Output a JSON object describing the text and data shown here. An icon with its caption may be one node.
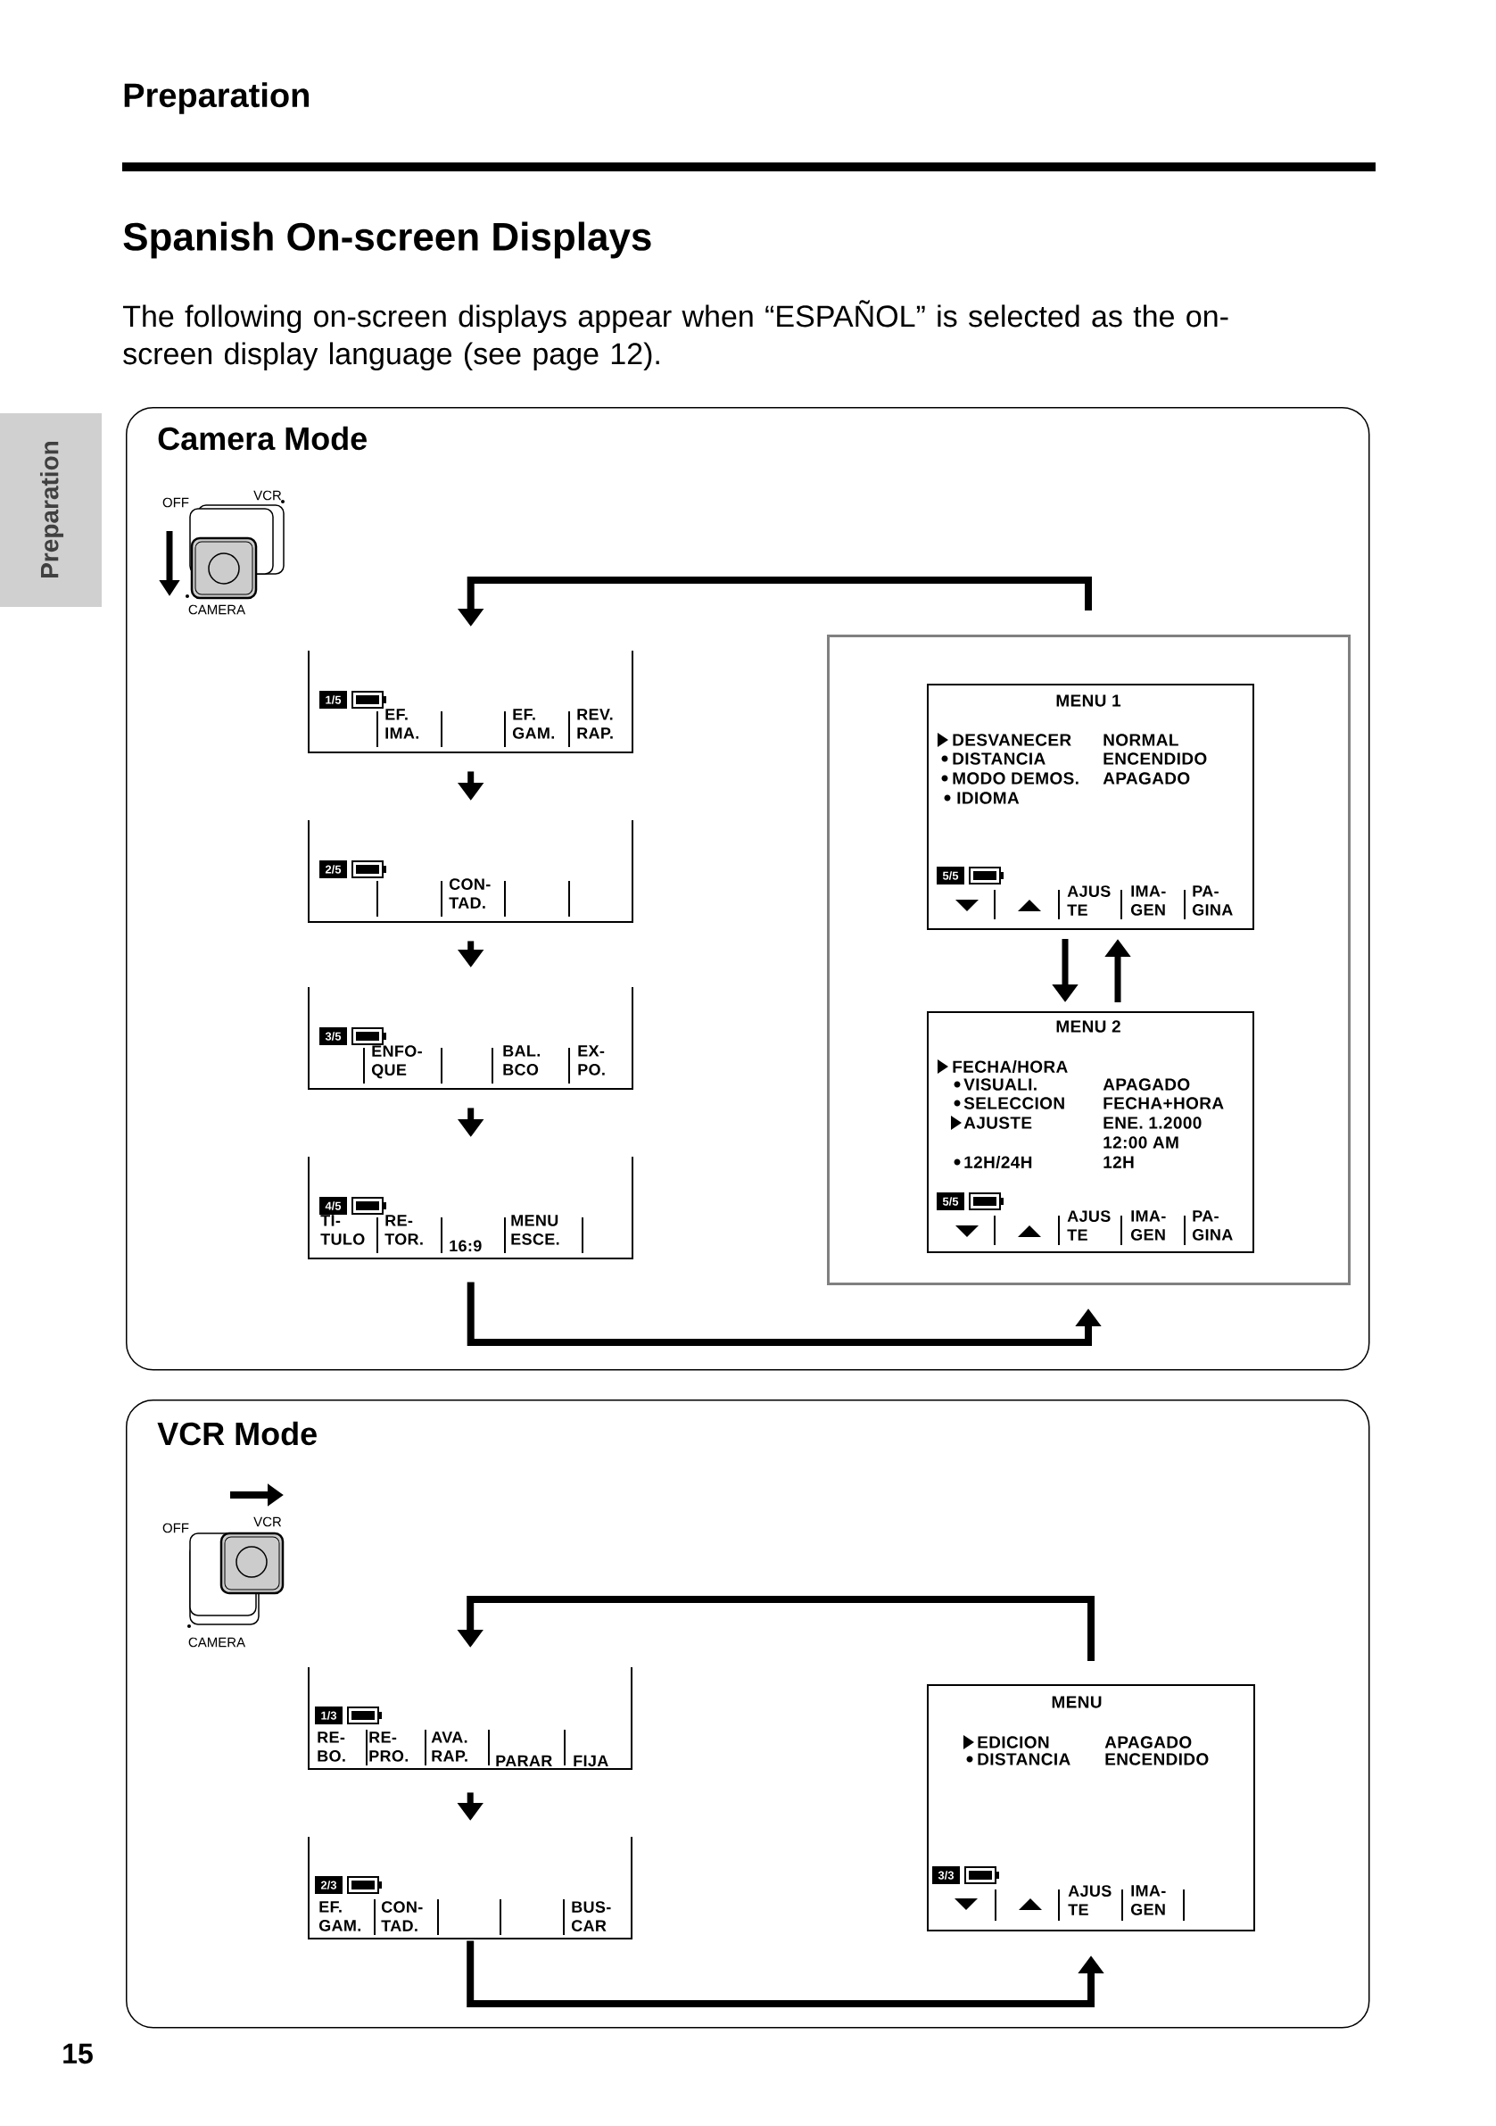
{
  "diagram": {
    "title": "Spanish On-screen Displays",
    "nodes": [
      {
        "text": [
          "Camera Mode"
        ]
      },
      {
        "text": [
          "1/5",
          "EF. IMA.",
          "EF. GAM.",
          "REV. RAP."
        ],
        "in": 0
      },
      {
        "text": [
          "2/5",
          "CON- TAD."
        ],
        "in": 0
      },
      {
        "text": [
          "3/5",
          "ENFO- QUE",
          "BAL. BCO",
          "EX- PO."
        ],
        "in": 0
      },
      {
        "text": [
          "4/5",
          "TI- TULO",
          "RE- TOR.",
          "16:9",
          "MENU ESCE."
        ],
        "in": 0
      },
      {
        "text": [],
        "shape": "box",
        "in": 0
      },
      {
        "text": [
          "MENU 1",
          "DESVANECER",
          "NORMAL",
          "DISTANCIA",
          "ENCENDIDO",
          "MODO DEMOS.",
          "APAGADO",
          "IDIOMA",
          "5/5",
          "AJUS TE",
          "IMA- GEN",
          "PA- GINA"
        ],
        "in": 5
      },
      {
        "text": [
          "MENU 2",
          "FECHA/HORA",
          "VISUALI.",
          "APAGADO",
          "SELECCION",
          "FECHA+HORA",
          "AJUSTE",
          "ENE. 1.2000",
          "12:00 AM",
          "12H/24H",
          "12H",
          "5/5",
          "AJUS TE",
          "IMA- GEN",
          "PA- GINA"
        ],
        "in": 5
      },
      {
        "text": [
          "VCR Mode"
        ]
      },
      {
        "text": [
          "1/3",
          "RE- BO.",
          "RE- PRO.",
          "AVA. RAP.",
          "PARAR",
          "FIJA"
        ],
        "in": 8
      },
      {
        "text": [
          "2/3",
          "EF. GAM.",
          "CON- TAD.",
          "BUS- CAR"
        ],
        "in": 8
      },
      {
        "text": [
          "MENU",
          "EDICION",
          "APAGADO",
          "DISTANCIA",
          "ENCENDIDO",
          "3/3",
          "AJUS TE",
          "IMA- GEN"
        ],
        "in": 8
      }
    ],
    "edges": [
      {
        "from": 5,
        "to": 1,
        "arrow": "to"
      },
      {
        "from": 1,
        "to": 2,
        "arrow": "to"
      },
      {
        "from": 2,
        "to": 3,
        "arrow": "to"
      },
      {
        "from": 3,
        "to": 4,
        "arrow": "to"
      },
      {
        "from": 4,
        "to": 5,
        "arrow": "to"
      },
      {
        "from": 6,
        "to": 7,
        "arrow": "to"
      },
      {
        "from": 7,
        "to": 6,
        "arrow": "to"
      },
      {
        "from": 11,
        "to": 9,
        "arrow": "to"
      },
      {
        "from": 9,
        "to": 10,
        "arrow": "to"
      },
      {
        "from": 10,
        "to": 11,
        "arrow": "to"
      }
    ],
    "labels": [
      "Preparation",
      "The following on-screen displays appear when “ESPAÑOL” is selected as the on-screen display language (see page 12).",
      "Preparation",
      "OFF",
      "VCR",
      "CAMERA",
      "OFF",
      "VCR",
      "CAMERA",
      "15"
    ]
  }
}
